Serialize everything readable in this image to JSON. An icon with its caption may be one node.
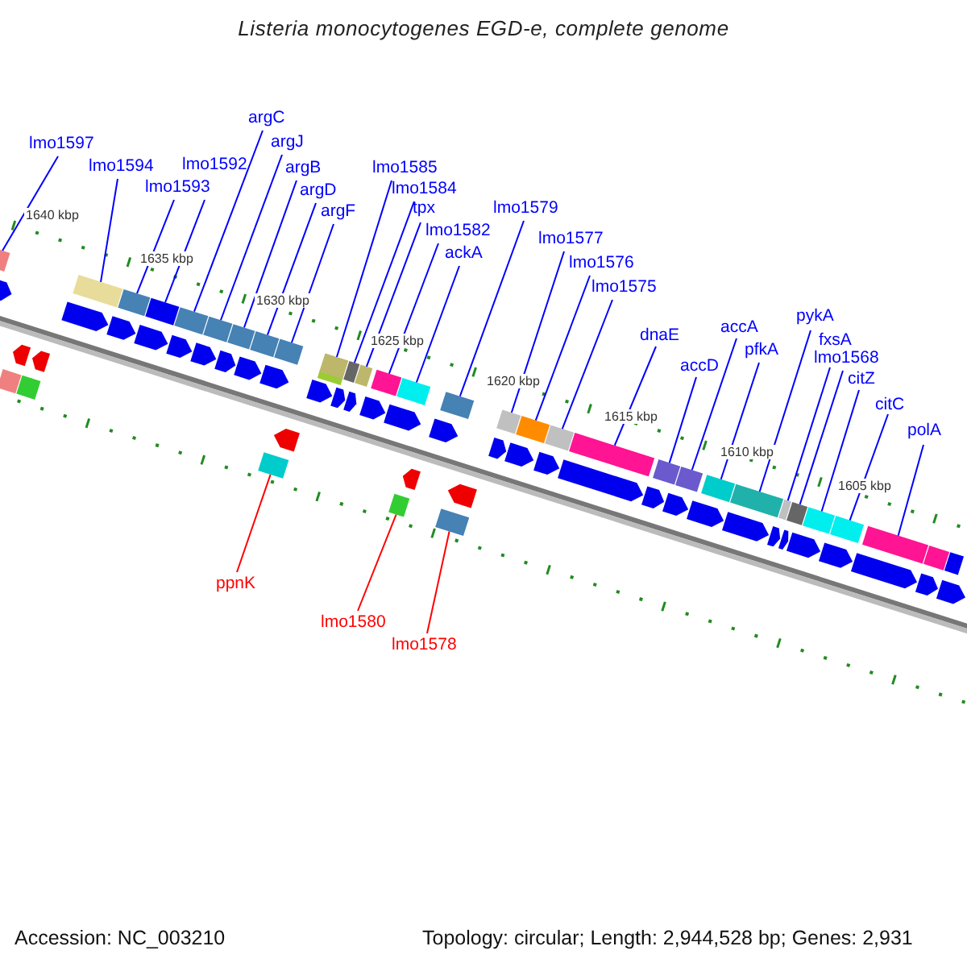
{
  "diagram": {
    "title": "Listeria monocytogenes EGD-e, complete genome",
    "nodes": [
      {
        "text": [
          "lmo1597"
        ]
      },
      {
        "text": [
          "lmo1594"
        ]
      },
      {
        "text": [
          "lmo1593"
        ]
      },
      {
        "text": [
          "lmo1592"
        ]
      },
      {
        "text": [
          "argC"
        ]
      },
      {
        "text": [
          "argJ"
        ]
      },
      {
        "text": [
          "argB"
        ]
      },
      {
        "text": [
          "argD"
        ]
      },
      {
        "text": [
          "argF"
        ]
      },
      {
        "text": [
          "lmo1585"
        ]
      },
      {
        "text": [
          "lmo1584"
        ]
      },
      {
        "text": [
          "tpx"
        ]
      },
      {
        "text": [
          "lmo1582"
        ]
      },
      {
        "text": [
          "ackA"
        ]
      },
      {
        "text": [
          "lmo1579"
        ]
      },
      {
        "text": [
          "lmo1577"
        ]
      },
      {
        "text": [
          "lmo1576"
        ]
      },
      {
        "text": [
          "lmo1575"
        ]
      },
      {
        "text": [
          "dnaE"
        ]
      },
      {
        "text": [
          "accD"
        ]
      },
      {
        "text": [
          "accA"
        ]
      },
      {
        "text": [
          "pfkA"
        ]
      },
      {
        "text": [
          "pykA"
        ]
      },
      {
        "text": [
          "fxsA"
        ]
      },
      {
        "text": [
          "lmo1568"
        ]
      },
      {
        "text": [
          "citZ"
        ]
      },
      {
        "text": [
          "citC"
        ]
      },
      {
        "text": [
          "polA"
        ]
      },
      {
        "text": [
          "ppnK"
        ]
      },
      {
        "text": [
          "lmo1580"
        ]
      },
      {
        "text": [
          "lmo1578"
        ]
      },
      {
        "text": [],
        "shape": "box"
      },
      {
        "text": [],
        "shape": "box"
      },
      {
        "text": [],
        "shape": "box"
      },
      {
        "text": [],
        "shape": "box"
      },
      {
        "text": [],
        "shape": "box"
      },
      {
        "text": [],
        "shape": "box"
      },
      {
        "text": [],
        "shape": "box"
      },
      {
        "text": [],
        "shape": "box"
      },
      {
        "text": [],
        "shape": "box"
      },
      {
        "text": [],
        "shape": "box"
      },
      {
        "text": [],
        "shape": "box"
      },
      {
        "text": [],
        "shape": "box"
      },
      {
        "text": [],
        "shape": "box"
      },
      {
        "text": [],
        "shape": "box"
      },
      {
        "text": [],
        "shape": "box"
      },
      {
        "text": [],
        "shape": "box"
      },
      {
        "text": [],
        "shape": "box"
      },
      {
        "text": [],
        "shape": "box"
      },
      {
        "text": [],
        "shape": "box"
      },
      {
        "text": [],
        "shape": "box"
      },
      {
        "text": [],
        "shape": "box"
      },
      {
        "text": [],
        "shape": "box"
      },
      {
        "text": [],
        "shape": "box"
      },
      {
        "text": [],
        "shape": "box"
      },
      {
        "text": [],
        "shape": "box"
      },
      {
        "text": [],
        "shape": "box"
      },
      {
        "text": [],
        "shape": "box"
      },
      {
        "text": [],
        "shape": "box"
      },
      {
        "text": [],
        "shape": "box"
      },
      {
        "text": [],
        "shape": "box"
      },
      {
        "text": [],
        "shape": "box"
      }
    ],
    "edges": [
      {
        "from": 0,
        "to": 31,
        "arrow": "none"
      },
      {
        "from": 1,
        "to": 32,
        "arrow": "none"
      },
      {
        "from": 2,
        "to": 33,
        "arrow": "none"
      },
      {
        "from": 3,
        "to": 34,
        "arrow": "none"
      },
      {
        "from": 4,
        "to": 35,
        "arrow": "none"
      },
      {
        "from": 5,
        "to": 36,
        "arrow": "none"
      },
      {
        "from": 6,
        "to": 37,
        "arrow": "none"
      },
      {
        "from": 7,
        "to": 38,
        "arrow": "none"
      },
      {
        "from": 8,
        "to": 40,
        "arrow": "none"
      },
      {
        "from": 9,
        "to": 41,
        "arrow": "none"
      },
      {
        "from": 10,
        "to": 42,
        "arrow": "none"
      },
      {
        "from": 11,
        "to": 43,
        "arrow": "none"
      },
      {
        "from": 12,
        "to": 44,
        "arrow": "none"
      },
      {
        "from": 13,
        "to": 46,
        "arrow": "none"
      },
      {
        "from": 14,
        "to": 48,
        "arrow": "none"
      },
      {
        "from": 15,
        "to": 49,
        "arrow": "none"
      },
      {
        "from": 16,
        "to": 50,
        "arrow": "none"
      },
      {
        "from": 17,
        "to": 51,
        "arrow": "none"
      },
      {
        "from": 18,
        "to": 52,
        "arrow": "none"
      },
      {
        "from": 19,
        "to": 53,
        "arrow": "none"
      },
      {
        "from": 20,
        "to": 54,
        "arrow": "none"
      },
      {
        "from": 21,
        "to": 55,
        "arrow": "none"
      },
      {
        "from": 22,
        "to": 56,
        "arrow": "none"
      },
      {
        "from": 23,
        "to": 57,
        "arrow": "none"
      },
      {
        "from": 24,
        "to": 58,
        "arrow": "none"
      },
      {
        "from": 25,
        "to": 59,
        "arrow": "none"
      },
      {
        "from": 26,
        "to": 60,
        "arrow": "none"
      },
      {
        "from": 27,
        "to": 61,
        "arrow": "none"
      },
      {
        "from": 28,
        "to": 39,
        "arrow": "none",
        "color": "#ff0000"
      },
      {
        "from": 29,
        "to": 45,
        "arrow": "none",
        "color": "#ff0000"
      },
      {
        "from": 30,
        "to": 47,
        "arrow": "none",
        "color": "#ff0000"
      }
    ],
    "labels": [
      "1640 kbp",
      "1635 kbp",
      "1630 kbp",
      "1625 kbp",
      "1620 kbp",
      "1615 kbp",
      "1610 kbp",
      "1605 kbp",
      "Accession: NC_003210",
      "Topology: circular; Length: 2,944,528 bp; Genes: 2,931"
    ]
  }
}
